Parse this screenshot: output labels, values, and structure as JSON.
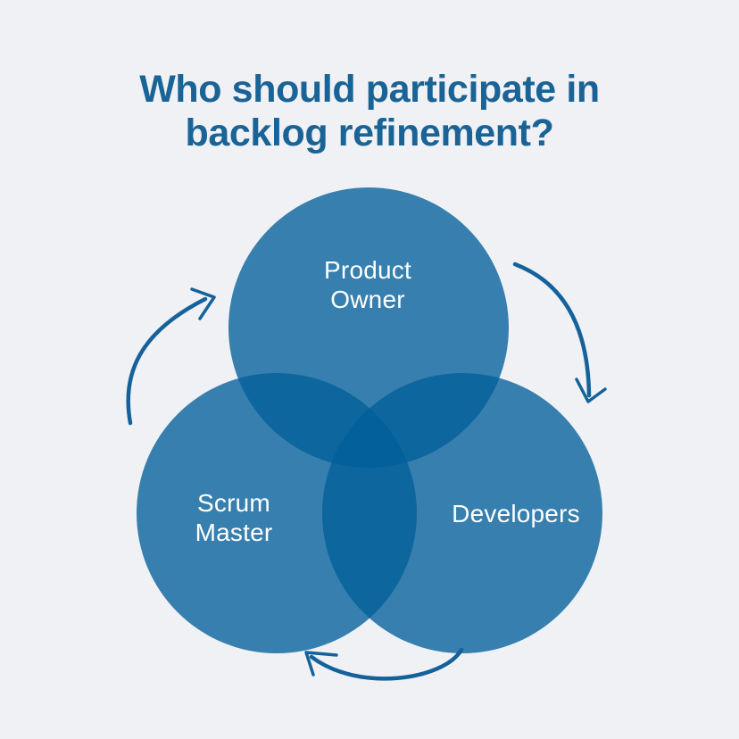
{
  "theme": {
    "page-background": "#f0f1f4",
    "title-color": "#1a6396",
    "circle-fill": "rgba(1, 95, 154, 0.78)",
    "label-color": "#ffffff",
    "arrow-color": "#15629b"
  },
  "title": {
    "lines": [
      "Who should participate in",
      "backlog refinement?"
    ]
  },
  "diagram": {
    "type": "venn-3-circle-cycle",
    "circles": [
      {
        "id": "product-owner",
        "lines": [
          "Product",
          "Owner"
        ]
      },
      {
        "id": "scrum-master",
        "lines": [
          "Scrum",
          "Master"
        ]
      },
      {
        "id": "developers",
        "lines": [
          "Developers"
        ]
      }
    ],
    "arrows": [
      {
        "name": "curved-arrow-left",
        "points": "up-toward-product-owner"
      },
      {
        "name": "curved-arrow-right",
        "points": "down-toward-developers"
      },
      {
        "name": "curved-arrow-bottom",
        "points": "left-toward-scrum-master"
      }
    ]
  }
}
